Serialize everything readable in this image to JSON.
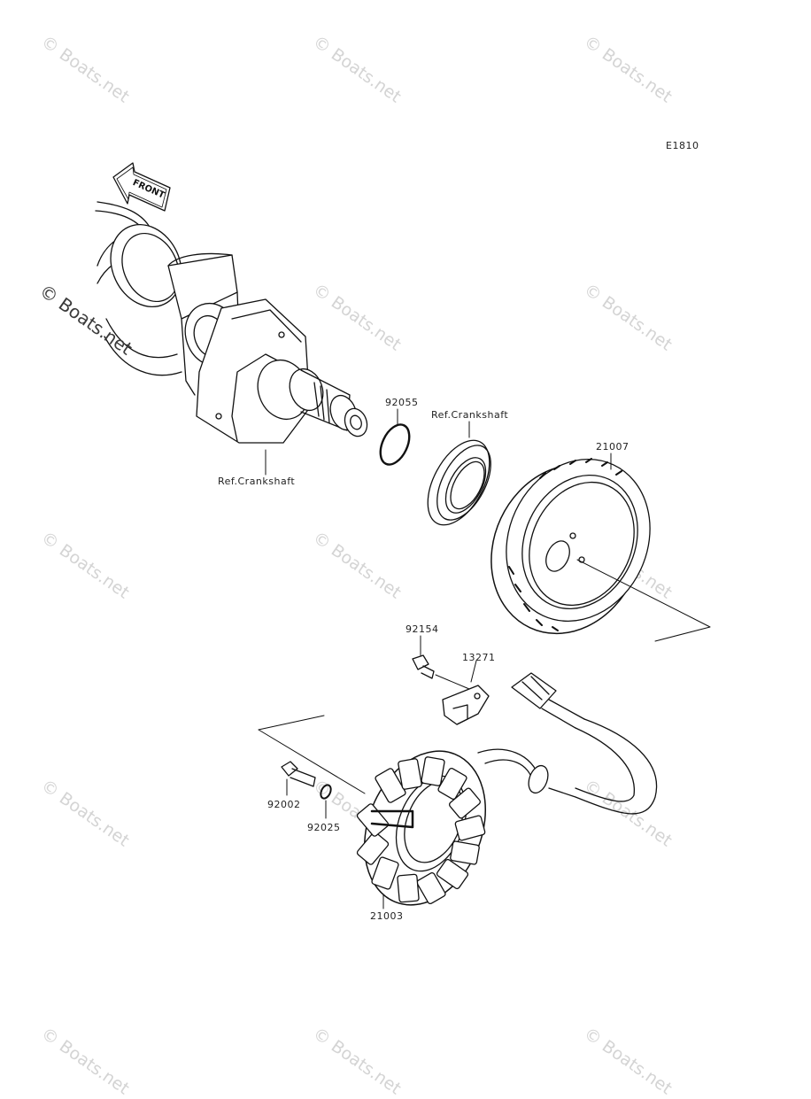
{
  "diagram_code": "E1810",
  "front_label": "FRONT",
  "watermark": {
    "symbol": "©",
    "text": "Boats.net"
  },
  "parts": {
    "crankshaft_ref": "Ref.Crankshaft",
    "oring": "92055",
    "oil_seal_ref": "Ref.Crankshaft",
    "rotor": "21007",
    "bolt_rotor": "92154",
    "plate": "13271",
    "bolt_stator": "92002",
    "washer": "92025",
    "stator": "21003"
  }
}
